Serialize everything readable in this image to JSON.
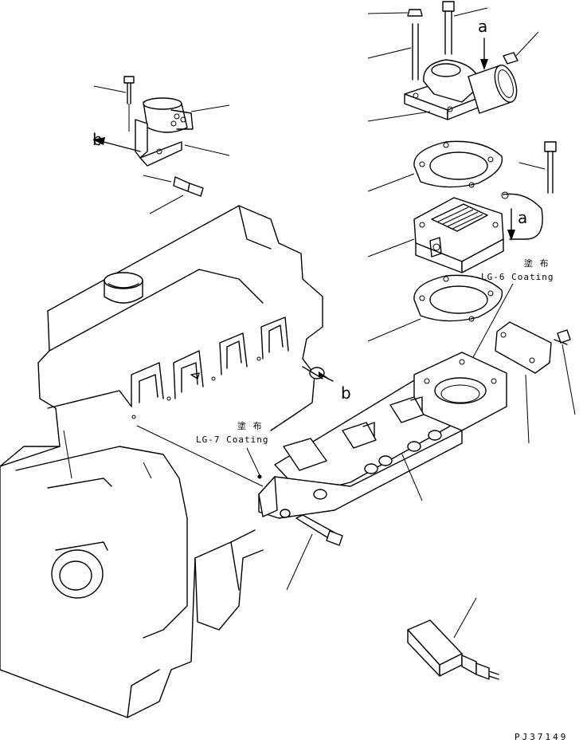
{
  "markers": {
    "a_top": "a",
    "a_side": "a",
    "b_left": "b",
    "b_right": "b"
  },
  "notes": {
    "lg6_jp": "塗 布",
    "lg6_en": "LG-6 Coating",
    "lg7_jp": "塗 布",
    "lg7_en": "LG-7 Coating"
  },
  "figure_code": "PJ37149",
  "colors": {
    "line": "#000000",
    "background": "#ffffff"
  }
}
